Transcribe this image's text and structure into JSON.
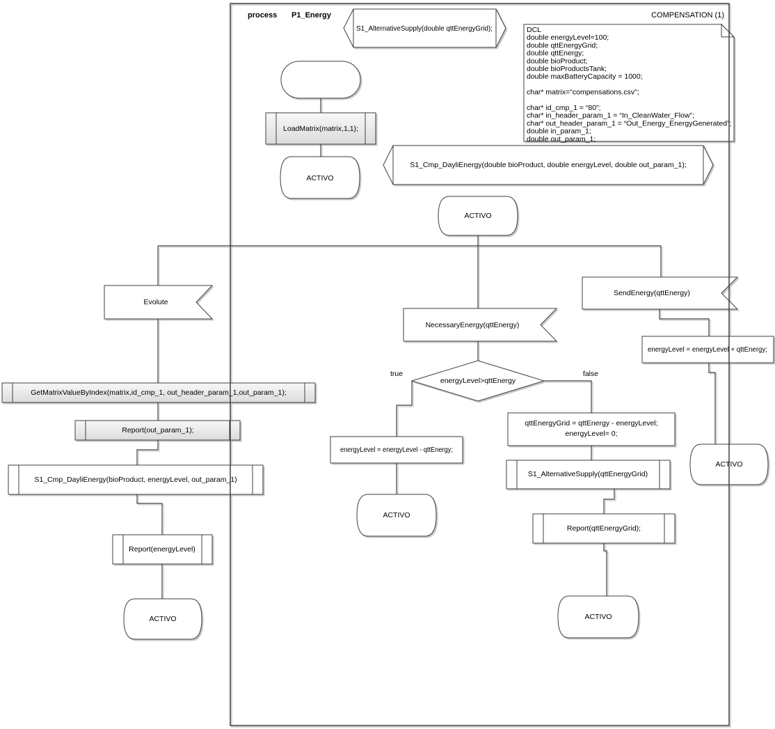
{
  "header": {
    "process_label": "process",
    "process_name": "P1_Energy",
    "sheet_title": "COMPENSATION (1)"
  },
  "signals": {
    "alternative_supply_decl": "S1_AlternativeSupply(double qttEnergyGrid);",
    "cmp_dayli_energy_decl": "S1_Cmp_DayliEnergy(double bioProduct, double energyLevel, double out_param_1);"
  },
  "dcl": {
    "lines": [
      "DCL",
      "double energyLevel=100;",
      "double qttEnergyGrid;",
      "double qttEnergy;",
      "double bioProduct;",
      "double bioProductsTank;",
      "double maxBatteryCapacity = 1000;",
      "",
      "char* matrix=\"compensations.csv\";",
      "",
      "char* id_cmp_1 = “80”;",
      "char* in_header_param_1 = “In_CleanWater_Flow”;",
      "char* out_header_param_1 = “Out_Energy_EnergyGenerated”;",
      "double in_param_1;",
      "double out_param_1;"
    ]
  },
  "states": {
    "activo": "ACTIVO"
  },
  "nodes": {
    "load_matrix": "LoadMatrix(matrix,1,1);",
    "evolute": "Evolute",
    "get_matrix_value": "GetMatrixValueByIndex(matrix,id_cmp_1, out_header_param_1,out_param_1);",
    "report_out_param": "Report(out_param_1);",
    "cmp_dayli_energy_call": "S1_Cmp_DayliEnergy(bioProduct, energyLevel, out_param_1)",
    "report_energy_level": "Report(energyLevel)",
    "necessary_energy": "NecessaryEnergy(qttEnergy)",
    "decision": "energyLevel>qttEnergy",
    "branch_true": "true",
    "branch_false": "false",
    "energy_minus": "energyLevel = energyLevel - qttEnergy;",
    "grid_calc_lines": [
      "qttEnergyGrid = qttEnergy - energyLevel;",
      "energyLevel= 0;"
    ],
    "alternative_supply_call": "S1_AlternativeSupply(qttEnergyGrid)",
    "report_qtt_grid": "Report(qttEnergyGrid);",
    "send_energy": "SendEnergy(qttEnergy)",
    "energy_plus": "energyLevel = energyLevel + qttEnergy;"
  },
  "colors": {
    "stroke": "#3f3f3f",
    "shadow": "#c6c6c6",
    "procedure_fill_top": "#f7f7f7",
    "procedure_fill_bottom": "#dcdcdc"
  }
}
